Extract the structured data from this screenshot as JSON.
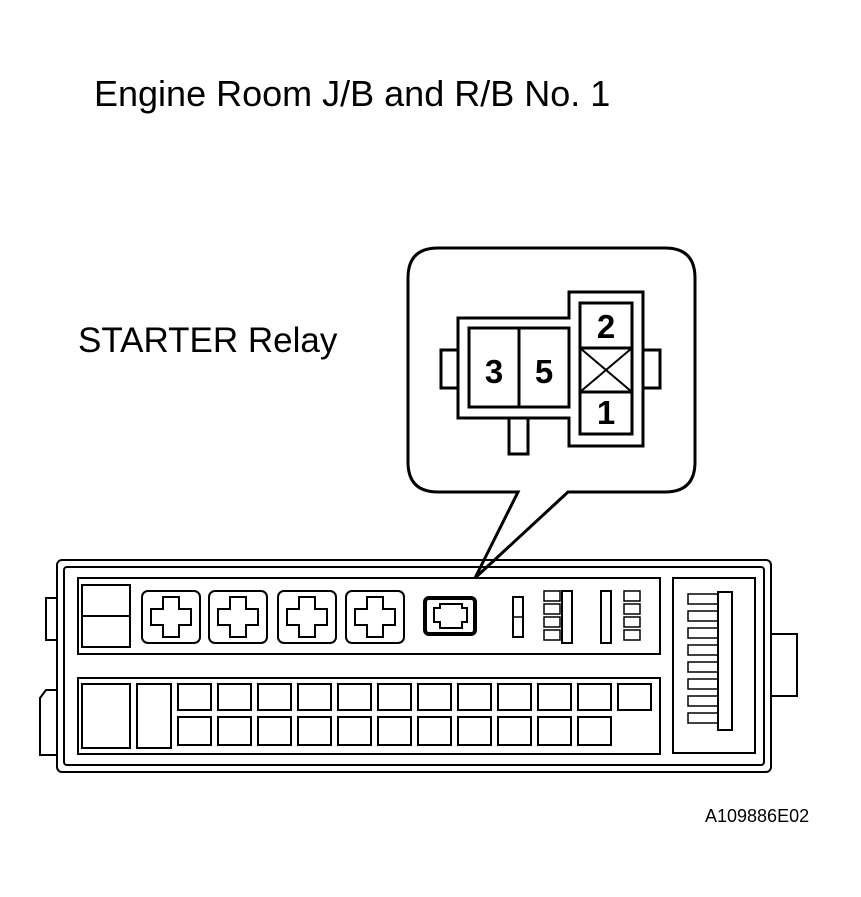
{
  "title": "Engine Room J/B and R/B No. 1",
  "relay_label": "STARTER Relay",
  "terminals": {
    "t3": "3",
    "t5": "5",
    "t2": "2",
    "t1": "1"
  },
  "figure_id": "A109886E02",
  "colors": {
    "line": "#000000",
    "background": "#ffffff"
  }
}
